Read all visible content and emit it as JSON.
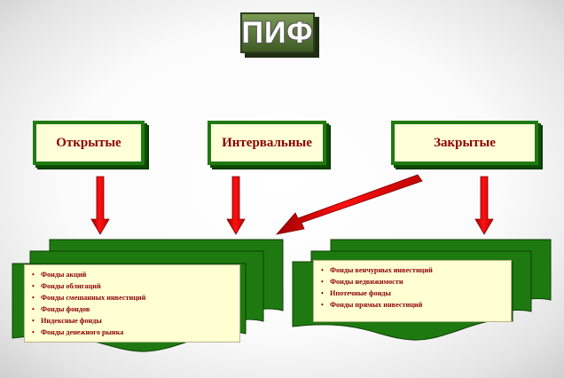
{
  "title": "ПИФ",
  "categories": {
    "open": "Открытые",
    "interval": "Интервальные",
    "closed": "Закрытые"
  },
  "left_list": [
    "Фонды акций",
    "Фонды облигаций",
    "Фонды смешанных инвестиций",
    "Фонды фондов",
    "Индексные фонды",
    "Фонды денежного рынка"
  ],
  "right_list": [
    "Фонды венчурных инвестиций",
    "Фонды недвижимости",
    "Ипотечные фонды",
    "Фонды прямых инвестиций"
  ],
  "colors": {
    "box_green": "#1f7a12",
    "box_fill": "#ffffd8",
    "text_red": "#8b0000",
    "arrow_red": "#e00000"
  }
}
